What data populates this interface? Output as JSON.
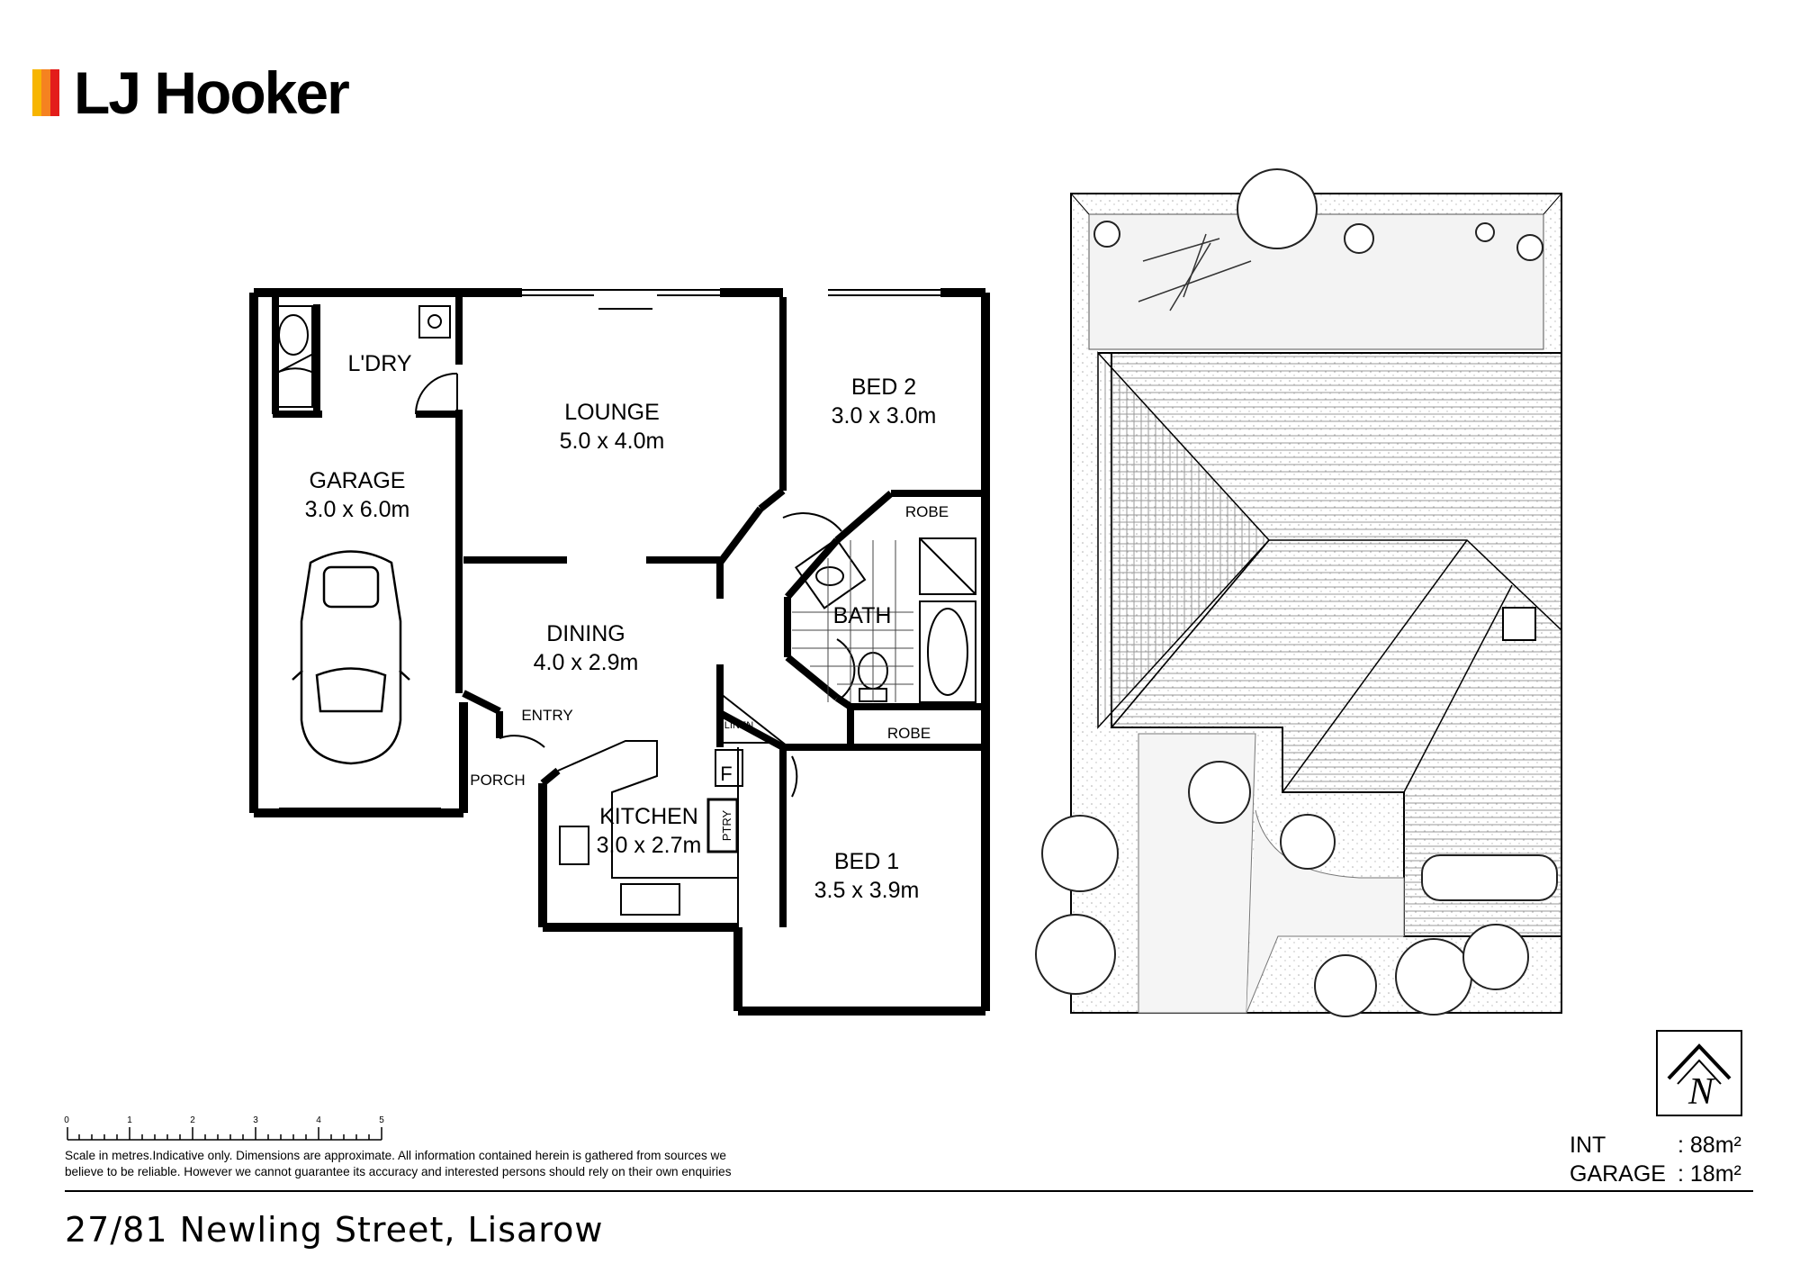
{
  "brand": {
    "name": "LJ Hooker",
    "bar_colors": [
      "#f7b500",
      "#f58220",
      "#e31d1a"
    ]
  },
  "plan": {
    "rooms": [
      {
        "id": "lounge",
        "name": "LOUNGE",
        "size": "5.0 x 4.0m"
      },
      {
        "id": "bed2",
        "name": "BED 2",
        "size": "3.0 x 3.0m"
      },
      {
        "id": "garage",
        "name": "GARAGE",
        "size": "3.0 x 6.0m"
      },
      {
        "id": "dining",
        "name": "DINING",
        "size": "4.0 x 2.9m"
      },
      {
        "id": "kitchen",
        "name": "KITCHEN",
        "size": "3.0 x 2.7m"
      },
      {
        "id": "bed1",
        "name": "BED 1",
        "size": "3.5 x 3.9m"
      }
    ],
    "labels": {
      "laundry": "L'DRY",
      "robe_upper": "ROBE",
      "robe_lower": "ROBE",
      "bath": "BATH",
      "entry": "ENTRY",
      "porch": "PORCH",
      "linen": "LINEN",
      "pantry": "PTRY",
      "fridge": "F"
    }
  },
  "compass": {
    "letter": "N"
  },
  "scale": {
    "ticks": [
      "0",
      "1",
      "2",
      "3",
      "4",
      "5"
    ]
  },
  "disclaimer": {
    "line1": "Scale in metres.Indicative only. Dimensions are approximate. All information contained herein is gathered from sources we",
    "line2": "believe to be reliable. However we cannot guarantee its accuracy and interested persons should rely on their own enquiries"
  },
  "areas": [
    {
      "label": "INT",
      "value": ": 88m²"
    },
    {
      "label": "GARAGE",
      "value": ": 18m²"
    }
  ],
  "address": "27/81 Newling Street, Lisarow"
}
